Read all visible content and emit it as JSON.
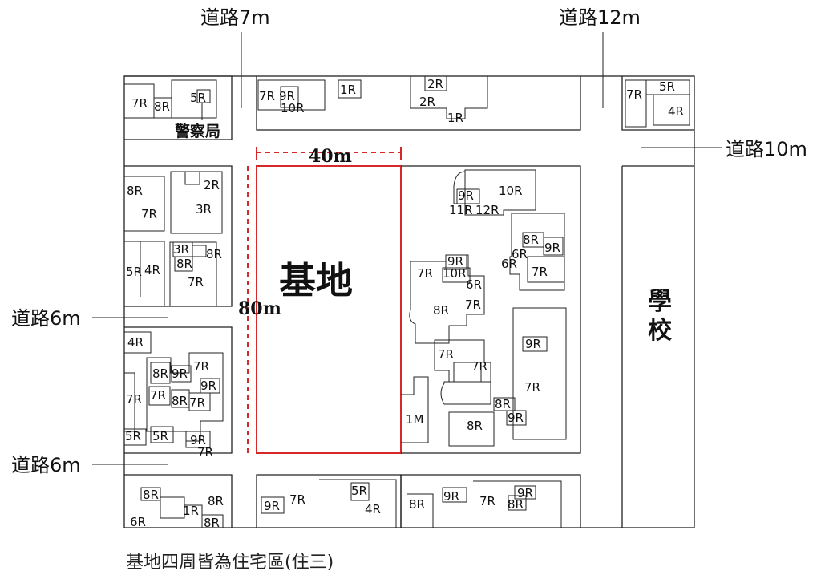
{
  "roads": {
    "road_7m": "道路7m",
    "road_12m": "道路12m",
    "road_10m": "道路10m",
    "road_6m_upper": "道路6m",
    "road_6m_lower": "道路6m"
  },
  "landmarks": {
    "site": "基地",
    "school_1": "學",
    "school_2": "校",
    "police": "警察局"
  },
  "dimensions": {
    "width": "40m",
    "length": "80m"
  },
  "caption": "基地四周皆為住宅區(住三)",
  "labels": {
    "tl": [
      "7R",
      "8R",
      "5R"
    ],
    "tm1": [
      "7R",
      "9R",
      "10R",
      "1R"
    ],
    "tm2": [
      "2R",
      "2R",
      "1R"
    ],
    "tr": [
      "7R",
      "5R",
      "4R"
    ],
    "w1": [
      "8R",
      "7R",
      "2R",
      "3R"
    ],
    "w2": [
      "3R",
      "8R",
      "8R",
      "5R",
      "4R",
      "7R"
    ],
    "w3": [
      "4R",
      "7R",
      "8R",
      "9R",
      "9R",
      "7R",
      "7R",
      "8R",
      "7R",
      "5R",
      "5R",
      "9R",
      "7R"
    ],
    "e1": [
      "9R",
      "10R",
      "11R",
      "12R"
    ],
    "e2": [
      "8R",
      "9R",
      "6R",
      "6R",
      "7R"
    ],
    "e3": [
      "9R",
      "7R",
      "10R",
      "6R",
      "7R",
      "8R"
    ],
    "e4": [
      "7R",
      "7R",
      "1M",
      "9R",
      "7R",
      "8R",
      "9R",
      "8R"
    ],
    "sw": [
      "8R",
      "1R",
      "8R",
      "6R",
      "8R"
    ],
    "sm": [
      "9R",
      "7R",
      "5R",
      "4R"
    ],
    "se": [
      "8R",
      "9R",
      "7R",
      "9R",
      "8R"
    ]
  },
  "colors": {
    "site_outline": "#d62828",
    "lines": "#222222"
  }
}
